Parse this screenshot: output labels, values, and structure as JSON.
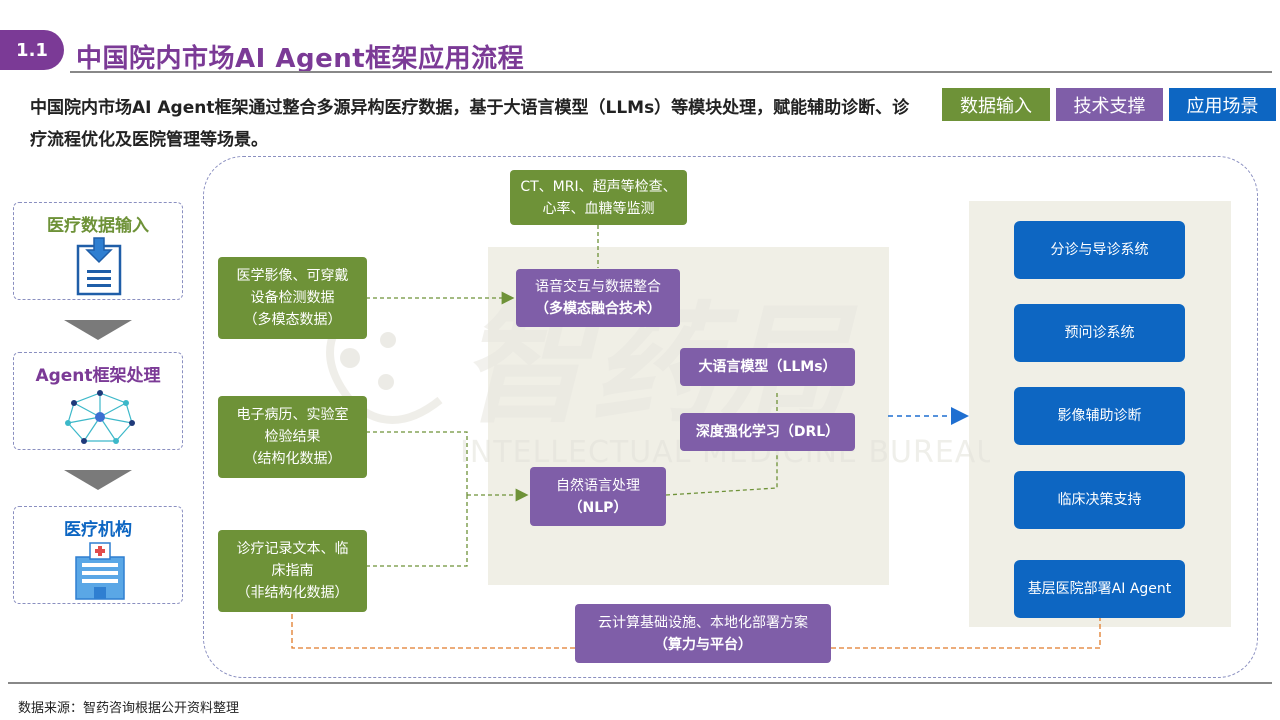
{
  "header": {
    "section_number": "1.1",
    "title": "中国院内市场AI Agent框架应用流程",
    "intro": "中国院内市场AI Agent框架通过整合多源异构医疗数据，基于大语言模型（LLMs）等模块处理，赋能辅助诊断、诊疗流程优化及医院管理等场景。"
  },
  "legend": [
    {
      "label": "数据输入",
      "color": "#6e9238"
    },
    {
      "label": "技术支撑",
      "color": "#7f5ea8"
    },
    {
      "label": "应用场景",
      "color": "#0d66c2"
    }
  ],
  "sidebar": {
    "input_label": "医疗数据输入",
    "agent_label": "Agent框架处理",
    "institution_label": "医疗机构"
  },
  "inputs": {
    "exam": {
      "line1": "CT、MRI、超声等检查、",
      "line2": "心率、血糖等监测"
    },
    "multimodal": {
      "line1": "医学影像、可穿戴",
      "line2": "设备检测数据",
      "line3": "（多模态数据）"
    },
    "structured": {
      "line1": "电子病历、实验室",
      "line2": "检验结果",
      "line3": "（结构化数据）"
    },
    "unstructured": {
      "line1": "诊疗记录文本、临",
      "line2": "床指南",
      "line3": "（非结构化数据）"
    }
  },
  "tech": {
    "voice": {
      "line1": "语音交互与数据整合",
      "line2": "（多模态融合技术）"
    },
    "llm": "大语言模型（LLMs）",
    "drl": "深度强化学习（DRL）",
    "nlp": {
      "line1": "自然语言处理",
      "line2": "（NLP）"
    },
    "cloud": {
      "line1": "云计算基础设施、本地化部署方案",
      "line2": "（算力与平台）"
    }
  },
  "apps": [
    "分诊与导诊系统",
    "预问诊系统",
    "影像辅助诊断",
    "临床决策支持",
    "基层医院部署AI Agent"
  ],
  "watermark": {
    "cn": "智药局",
    "en": "INTELLECTUAL MEDICINE BUREAU"
  },
  "footer": {
    "source": "数据来源：智药咨询根据公开资料整理"
  },
  "colors": {
    "accent_purple": "#7b3a96",
    "data_green": "#6e9238",
    "tech_purple": "#7f5ea8",
    "app_blue": "#0d66c2",
    "panel_bg": "#f0efe6"
  }
}
